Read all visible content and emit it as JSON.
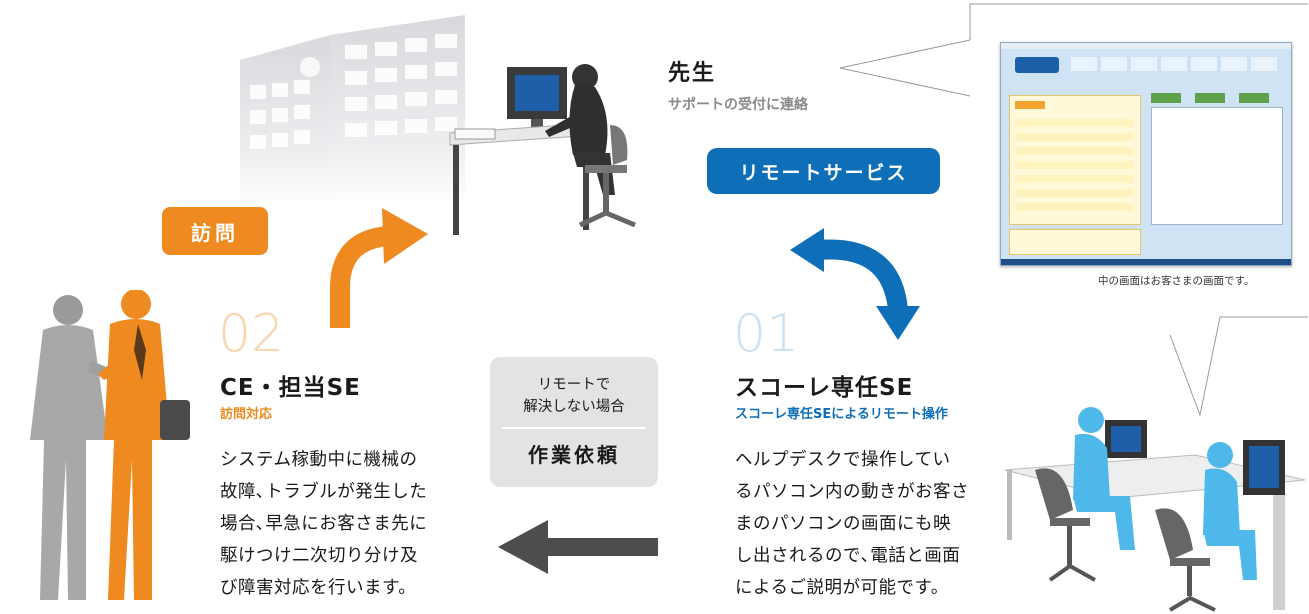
{
  "teacher": {
    "title": "先生",
    "subtitle": "サポートの受付に連絡"
  },
  "remote_service_label": "リモートサービス",
  "screen_caption": "中の画面はお客さまの画面です。",
  "visit_label": "訪問",
  "ce": {
    "number": "02",
    "title": "CE・担当SE",
    "subtitle": "訪問対応",
    "lines": [
      "システム稼動中に機械の",
      "故障､トラブルが発生した",
      "場合､早急にお客さま先に",
      "駆けつけ二次切り分け及",
      "び障害対応を行います。"
    ]
  },
  "se": {
    "number": "01",
    "title": "スコーレ専任SE",
    "subtitle": "スコーレ専任SEによるリモート操作",
    "lines": [
      "ヘルプデスクで操作してい",
      "るパソコン内の動きがお客さ",
      "まのパソコンの画面にも映",
      "し出されるので､電話と画面",
      "によるご説明が可能です。"
    ]
  },
  "request_box": {
    "line1": "リモートで",
    "line2": "解決しない場合",
    "action": "作業依頼"
  },
  "colors": {
    "orange": "#ee8a1f",
    "blue": "#0e6fb8",
    "gray_arrow": "#4d4d4d"
  }
}
